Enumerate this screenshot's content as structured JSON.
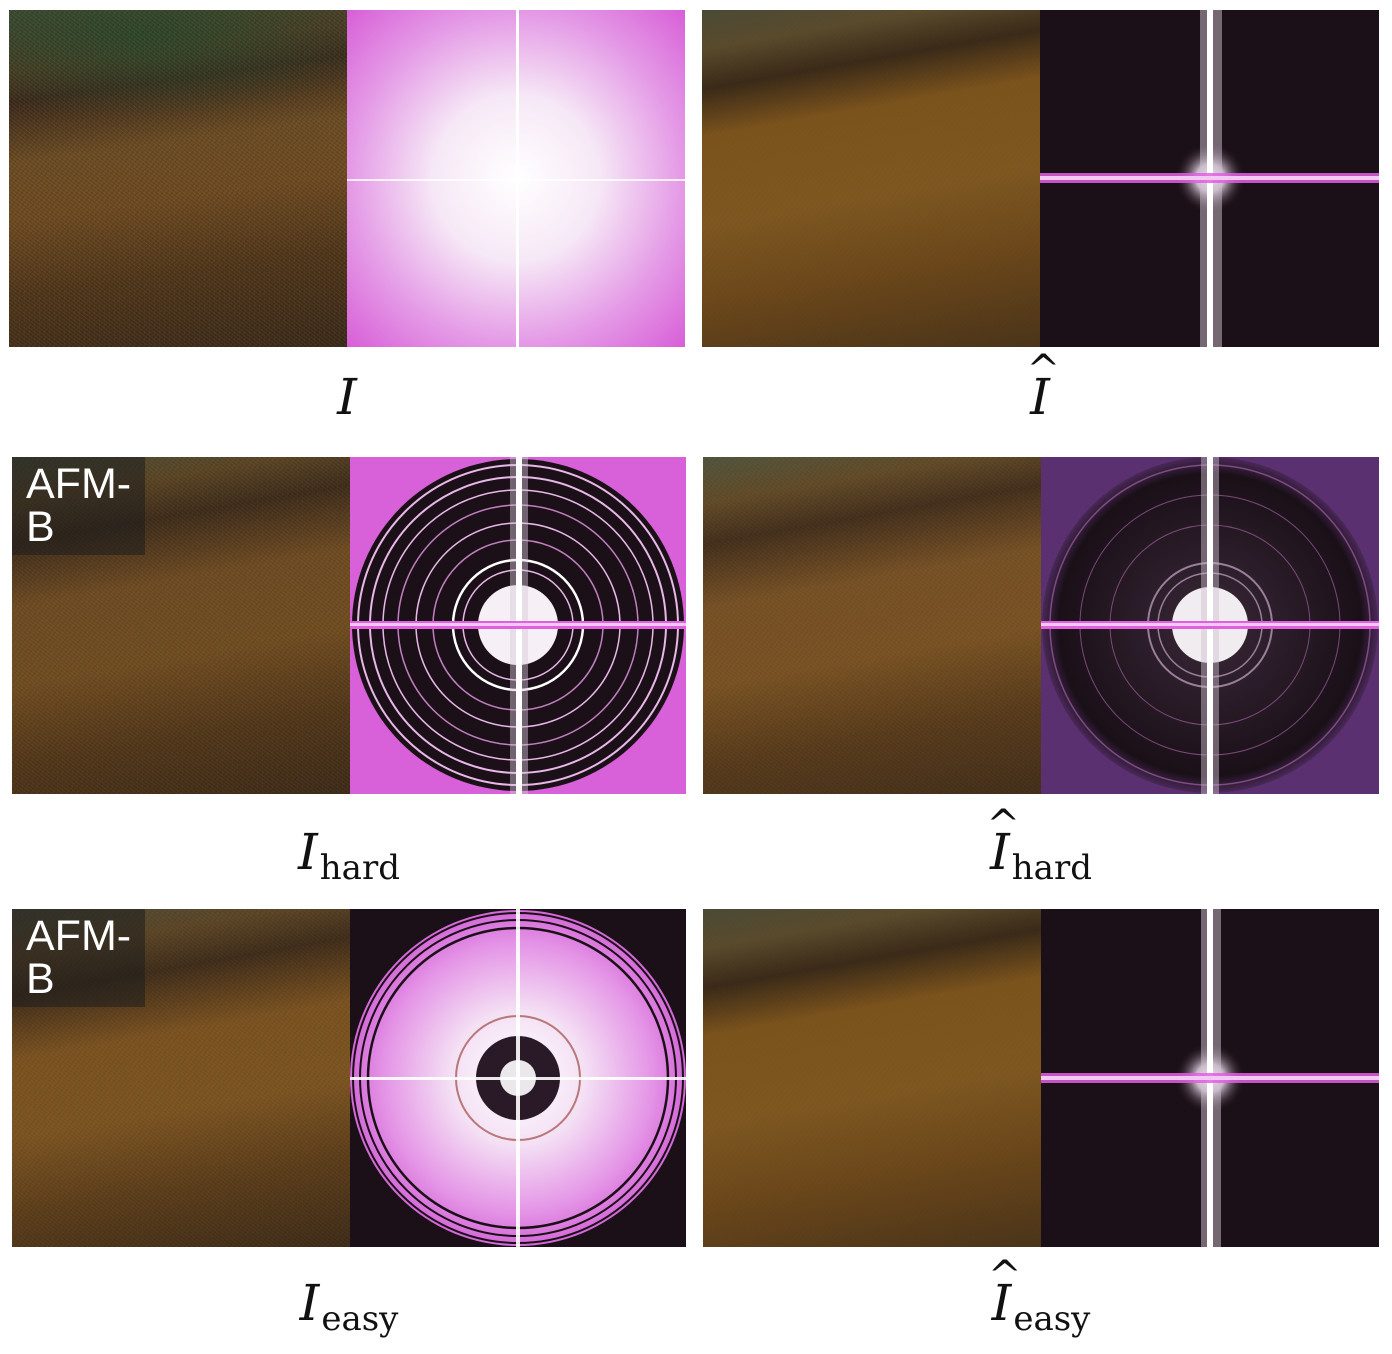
{
  "panels": [
    {
      "key": "I",
      "caption": {
        "base": "I",
        "sub": "",
        "hat": false
      },
      "badge": ""
    },
    {
      "key": "I_hat",
      "caption": {
        "base": "I",
        "sub": "",
        "hat": true
      },
      "badge": ""
    },
    {
      "key": "I_hard",
      "caption": {
        "base": "I",
        "sub": "hard",
        "hat": false
      },
      "badge": "AFM-B"
    },
    {
      "key": "I_hat_hard",
      "caption": {
        "base": "I",
        "sub": "hard",
        "hat": true
      },
      "badge": ""
    },
    {
      "key": "I_easy",
      "caption": {
        "base": "I",
        "sub": "easy",
        "hat": false
      },
      "badge": "AFM-B"
    },
    {
      "key": "I_hat_easy",
      "caption": {
        "base": "I",
        "sub": "easy",
        "hat": true
      },
      "badge": ""
    }
  ],
  "hat_glyph": "^",
  "colors": {
    "magenta": "#e060e0",
    "white": "#ffffff",
    "dark": "#1a1018"
  }
}
